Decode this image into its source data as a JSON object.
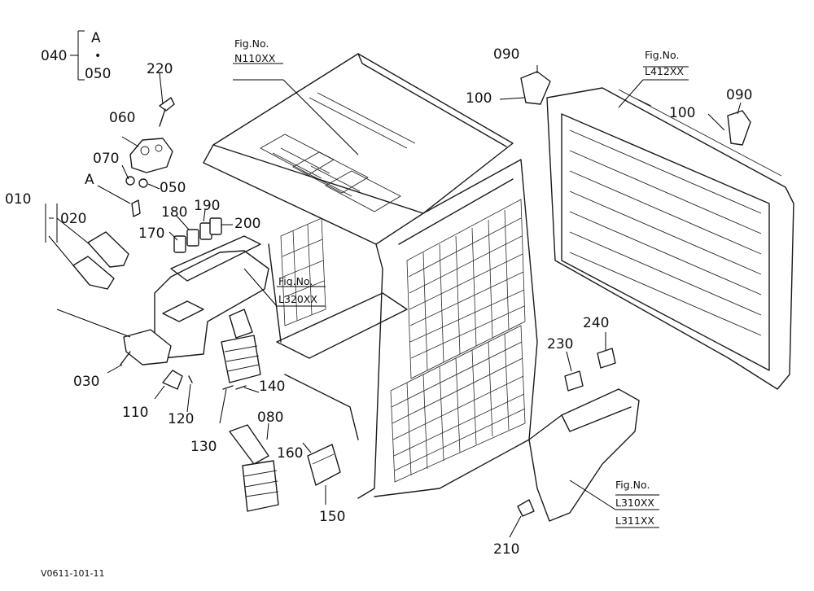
{
  "parts": {
    "p040": "040",
    "pA_top": "A",
    "p050_top": "050",
    "p220": "220",
    "p060": "060",
    "p070": "070",
    "p050": "050",
    "pA": "A",
    "p010": "010",
    "p020": "020",
    "p180": "180",
    "p190": "190",
    "p170": "170",
    "p200": "200",
    "p030": "030",
    "p110": "110",
    "p120": "120",
    "p130": "130",
    "p140": "140",
    "p080": "080",
    "p160": "160",
    "p150": "150",
    "p090_l": "090",
    "p100_l": "100",
    "p100_r": "100",
    "p090_r": "090",
    "p230": "230",
    "p240": "240",
    "p210": "210"
  },
  "figrefs": {
    "n110_a": "Fig.No.",
    "n110_b": "N110XX",
    "l412_a": "Fig.No.",
    "l412_b": "L412XX",
    "l320_a": "Fig.No.",
    "l320_b": "L320XX",
    "l310_a": "Fig.No.",
    "l310_b": "L310XX",
    "l310_c": "L311XX"
  },
  "drawing_code": "V0611-101-11"
}
